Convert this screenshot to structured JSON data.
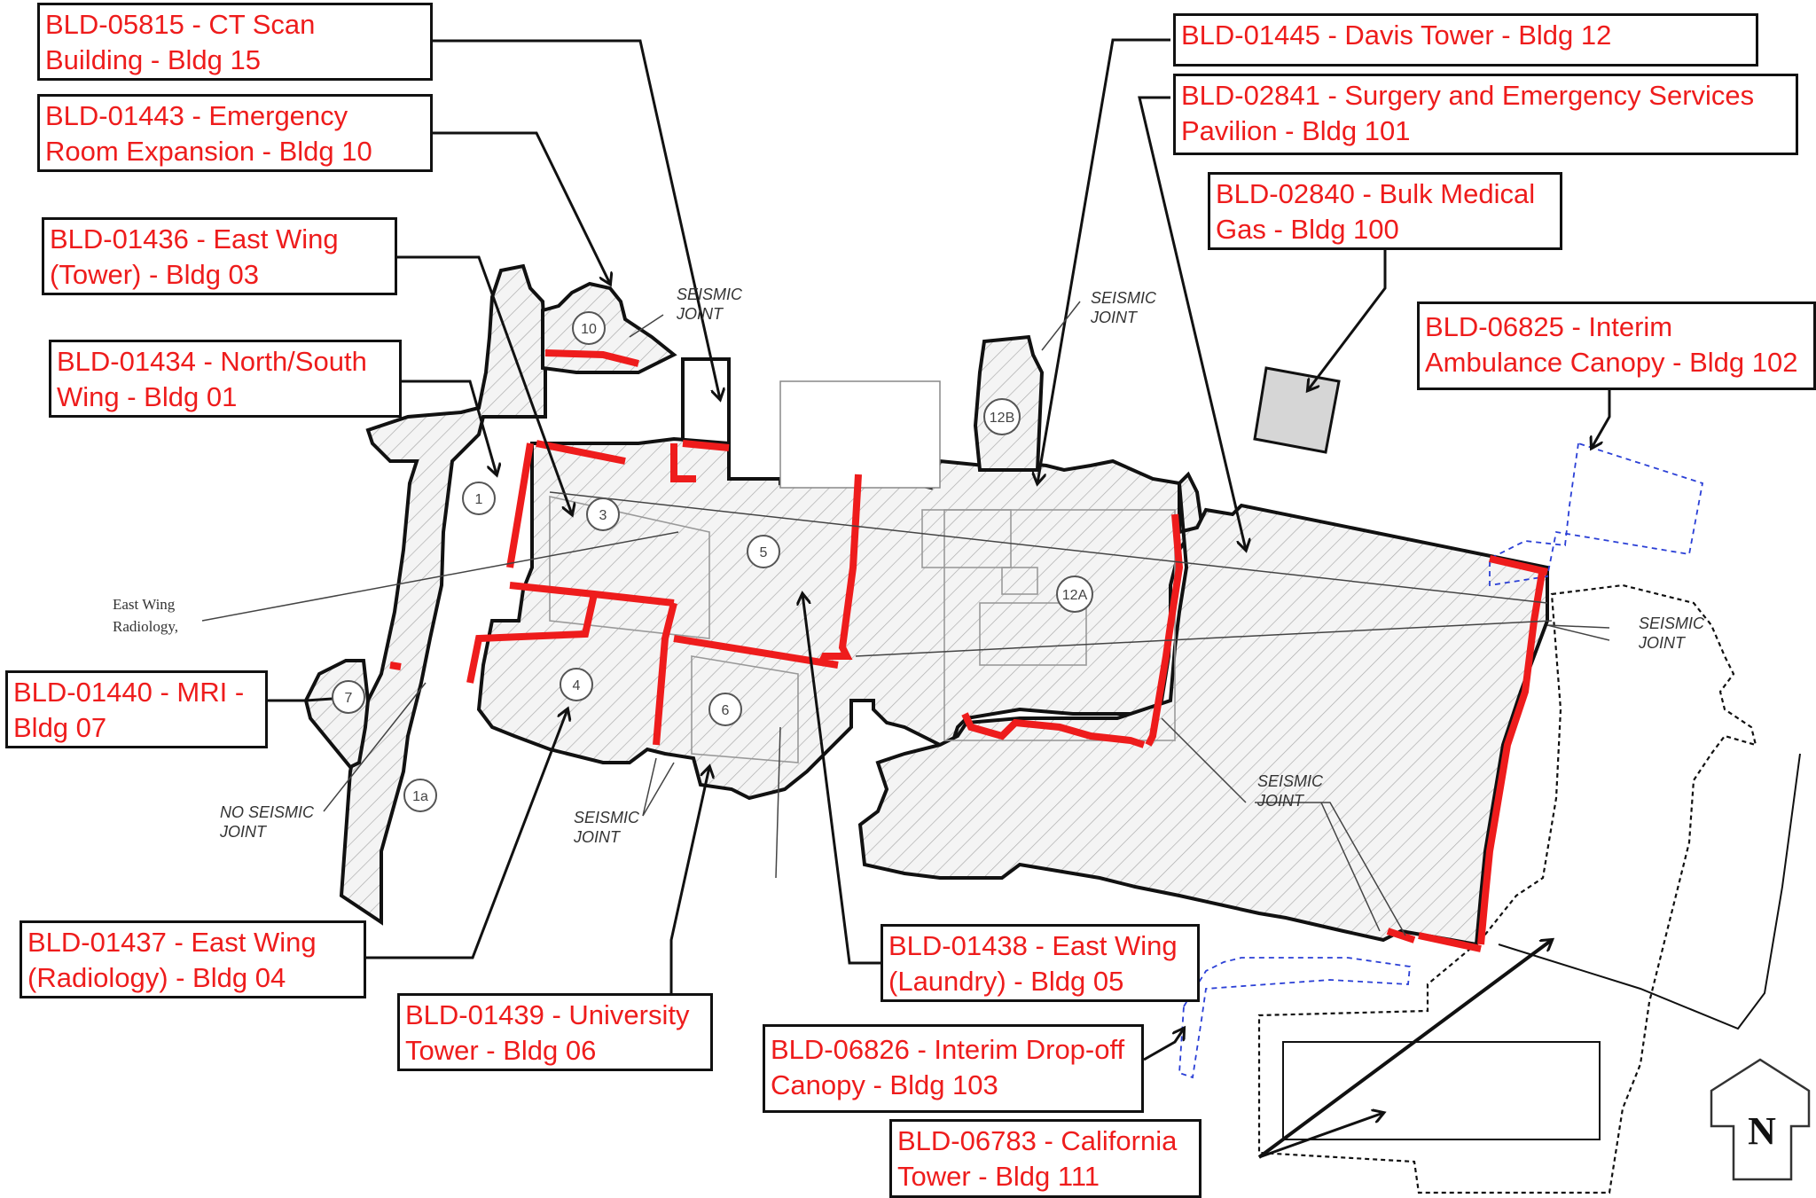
{
  "labels": [
    {
      "id": "bldg15",
      "line1": "BLD-05815 - CT Scan",
      "line2": "Building - Bldg 15"
    },
    {
      "id": "bldg10",
      "line1": "BLD-01443 - Emergency",
      "line2": "Room Expansion - Bldg 10"
    },
    {
      "id": "bldg03",
      "line1": "BLD-01436 - East Wing",
      "line2": "(Tower) - Bldg 03"
    },
    {
      "id": "bldg01",
      "line1": "BLD-01434 - North/South",
      "line2": "Wing - Bldg 01"
    },
    {
      "id": "bldg07",
      "line1": "BLD-01440 - MRI -",
      "line2": "Bldg 07"
    },
    {
      "id": "bldg04",
      "line1": "BLD-01437 - East Wing",
      "line2": "(Radiology) - Bldg 04"
    },
    {
      "id": "bldg06",
      "line1": "BLD-01439 - University",
      "line2": "Tower - Bldg 06"
    },
    {
      "id": "bldg05",
      "line1": "BLD-01438 - East Wing",
      "line2": "(Laundry) - Bldg 05"
    },
    {
      "id": "bldg103",
      "line1": "BLD-06826 - Interim Drop-off",
      "line2": "Canopy - Bldg 103"
    },
    {
      "id": "bldg111",
      "line1": "BLD-06783 - California",
      "line2": "Tower - Bldg 111"
    },
    {
      "id": "bldg12",
      "line1": "BLD-01445 - Davis Tower - Bldg 12",
      "line2": ""
    },
    {
      "id": "bldg101",
      "line1": "BLD-02841 - Surgery and Emergency Services",
      "line2": "Pavilion - Bldg 101"
    },
    {
      "id": "bldg100",
      "line1": "BLD-02840 - Bulk Medical",
      "line2": "Gas - Bldg 100"
    },
    {
      "id": "bldg102",
      "line1": "BLD-06825 - Interim",
      "line2": "Ambulance Canopy - Bldg 102"
    }
  ],
  "notes": {
    "seismic_joint_1": [
      "SEISMIC",
      "JOINT"
    ],
    "seismic_joint_2": [
      "SEISMIC",
      "JOINT"
    ],
    "seismic_joint_3": [
      "SEISMIC",
      "JOINT"
    ],
    "seismic_joint_4": [
      "SEISMIC",
      "JOINT"
    ],
    "seismic_joint_5": [
      "SEISMIC",
      "JOINT"
    ],
    "no_seismic_joint": [
      "NO SEISMIC",
      "JOINT"
    ],
    "east_wing_radiology": [
      "East Wing",
      "Radiology,"
    ]
  },
  "building_numbers": [
    "10",
    "1",
    "3",
    "5",
    "4",
    "6",
    "7",
    "1a",
    "12B",
    "12A"
  ],
  "north_label": "N",
  "colors": {
    "label_text": "#ee1c1c",
    "joint_red": "#ee1c1c",
    "outline": "#111111",
    "hatch": "#9a9a9a",
    "canopy_blue": "#2a3fd6"
  }
}
